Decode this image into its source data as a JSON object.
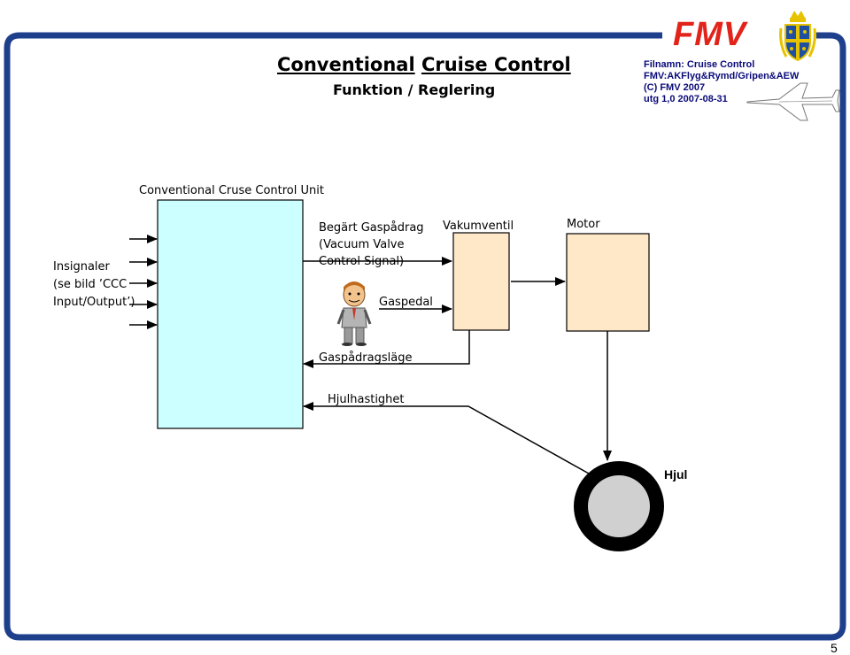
{
  "header": {
    "title_part1": "Conventional",
    "title_part2": "Cruise Control",
    "subtitle": "Funktion / Reglering",
    "logo_text": "FMV",
    "meta_lines": [
      "Filnamn: Cruise Control",
      "FMV:AKFlyg&Rymd/Gripen&AEW",
      "(C) FMV 2007",
      "utg 1,0 2007-08-31"
    ]
  },
  "diagram": {
    "unit_title": "Conventional Cruse Control Unit",
    "inputs_label": [
      "Insignaler",
      "(se bild ’CCC",
      "Input/Output’)"
    ],
    "signal_label": [
      "Begärt Gaspådrag",
      "(Vacuum Valve",
      "Control Signal)"
    ],
    "vakumventil_label": "Vakumventil",
    "motor_label": "Motor",
    "gaspedal_label": "Gaspedal",
    "gaspadragslage_label": "Gaspådragsläge",
    "hjulhastighet_label": "Hjulhastighet",
    "hjul_label": "Hjul"
  },
  "colors": {
    "frame_blue": "#1e3f8c",
    "ccu_fill": "#ccffff",
    "block_fill": "#ffe8c8",
    "fmv_red": "#e2231a",
    "wheel_grey": "#d0d0d0"
  },
  "icons": [
    "person-icon",
    "swedish-crest-icon",
    "gripen-aircraft-icon"
  ],
  "page_number": "5"
}
